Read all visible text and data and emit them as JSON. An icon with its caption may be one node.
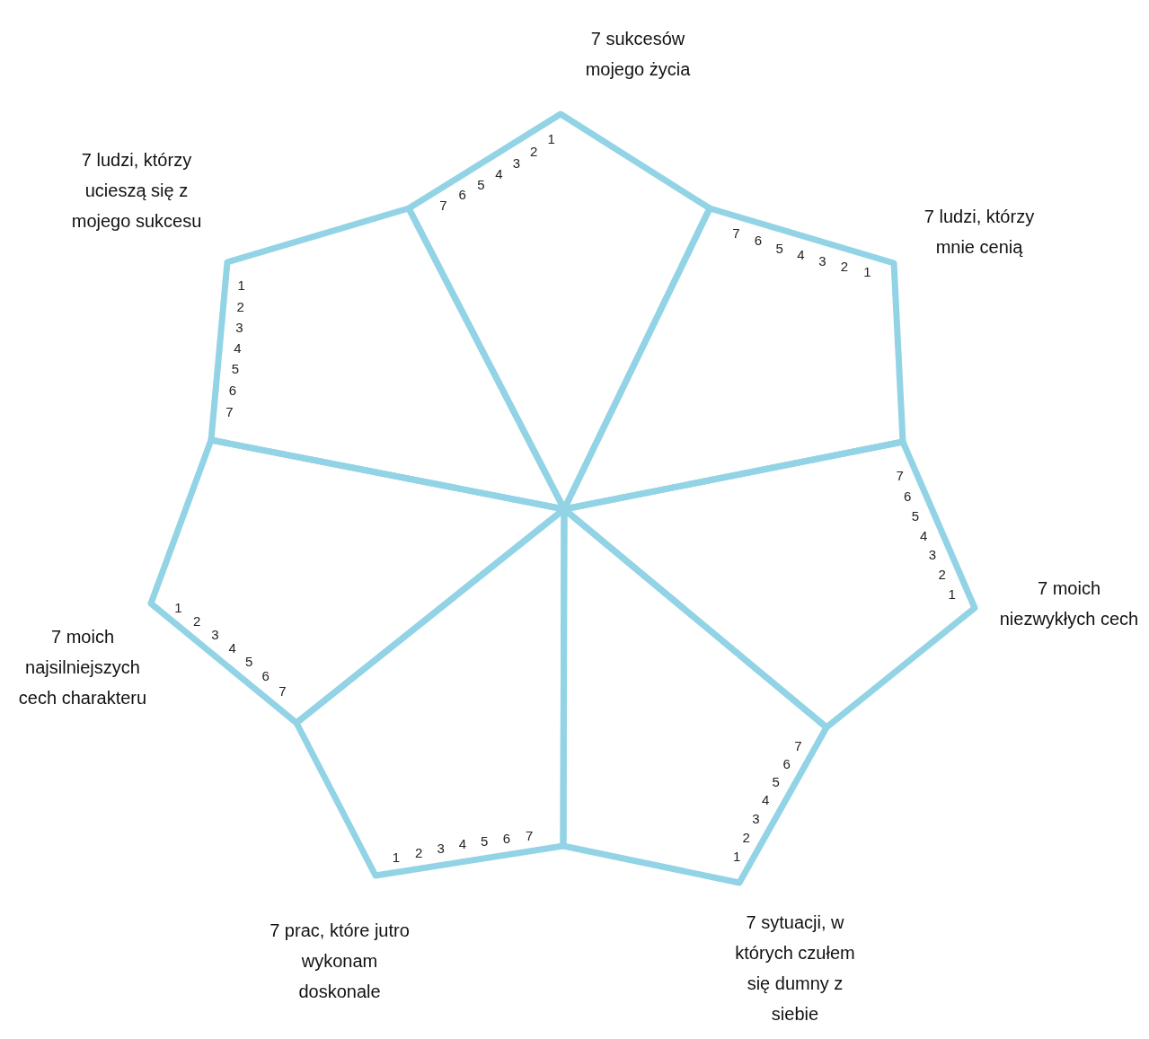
{
  "diagram": {
    "nodes": [
      {
        "text": [
          "7 sukcesów mojego życia"
        ]
      },
      {
        "text": [
          "7 ludzi, którzy mnie cenią"
        ]
      },
      {
        "text": [
          "7 moich niezwykłych cech"
        ]
      },
      {
        "text": [
          "7 sytuacji, w których czułem się dumny z siebie"
        ]
      },
      {
        "text": [
          "7 prac, które jutro wykonam doskonale"
        ]
      },
      {
        "text": [
          "7 moich najsilniejszych cech charakteru"
        ]
      },
      {
        "text": [
          "7 ludzi, którzy ucieszą się z mojego sukcesu"
        ]
      }
    ],
    "labels": [
      "1",
      "2",
      "3",
      "4",
      "5",
      "6",
      "7",
      "1",
      "2",
      "3",
      "4",
      "5",
      "6",
      "7",
      "1",
      "2",
      "3",
      "4",
      "5",
      "6",
      "7",
      "1",
      "2",
      "3",
      "4",
      "5",
      "6",
      "7",
      "1",
      "2",
      "3",
      "4",
      "5",
      "6",
      "7",
      "1",
      "2",
      "3",
      "4",
      "5",
      "6",
      "7",
      "1",
      "2",
      "3",
      "4",
      "5",
      "6",
      "7"
    ]
  }
}
